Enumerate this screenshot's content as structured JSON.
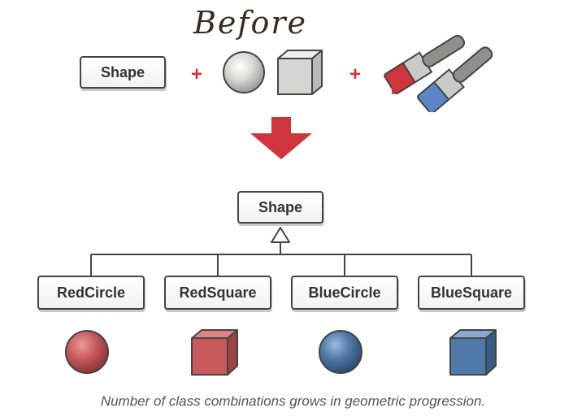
{
  "heading": "Before",
  "top_row": {
    "class_box": "Shape",
    "plus_1": "+",
    "plus_2": "+"
  },
  "hierarchy": {
    "parent": "Shape",
    "children": [
      "RedCircle",
      "RedSquare",
      "BlueCircle",
      "BlueSquare"
    ]
  },
  "caption": "Number of class combinations grows in geometric progression.",
  "colors": {
    "red": "#d0343c",
    "red_shape": "#c85a5c",
    "blue_shape": "#4e79a8",
    "gray_shape": "#d4d6d2",
    "arrow": "#d0343c",
    "line": "#444444"
  }
}
